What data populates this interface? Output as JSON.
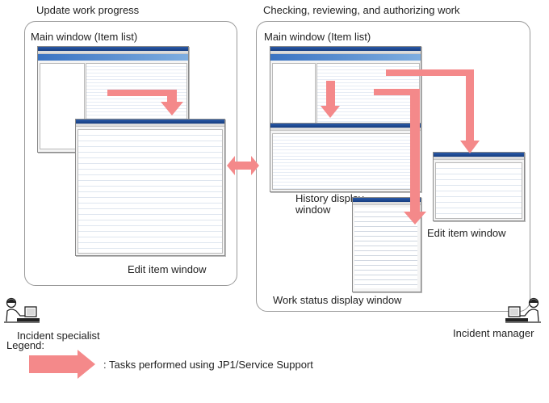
{
  "panels": {
    "left_title": "Update work progress",
    "right_title": "Checking, reviewing, and authorizing work"
  },
  "windows": {
    "main_left": "Main window (Item list)",
    "main_right": "Main window (Item list)",
    "edit_left": "Edit item window",
    "edit_right": "Edit item window",
    "history_line1": "History display",
    "history_line2": "window",
    "work_status": "Work status display window"
  },
  "roles": {
    "incident_specialist": "Incident specialist",
    "incident_manager": "Incident manager"
  },
  "legend": {
    "title": "Legend:",
    "arrow_desc": ": Tasks performed using JP1/Service Support"
  },
  "colors": {
    "task_arrow": "#f4898a",
    "panel_border": "#9a9a9a"
  }
}
